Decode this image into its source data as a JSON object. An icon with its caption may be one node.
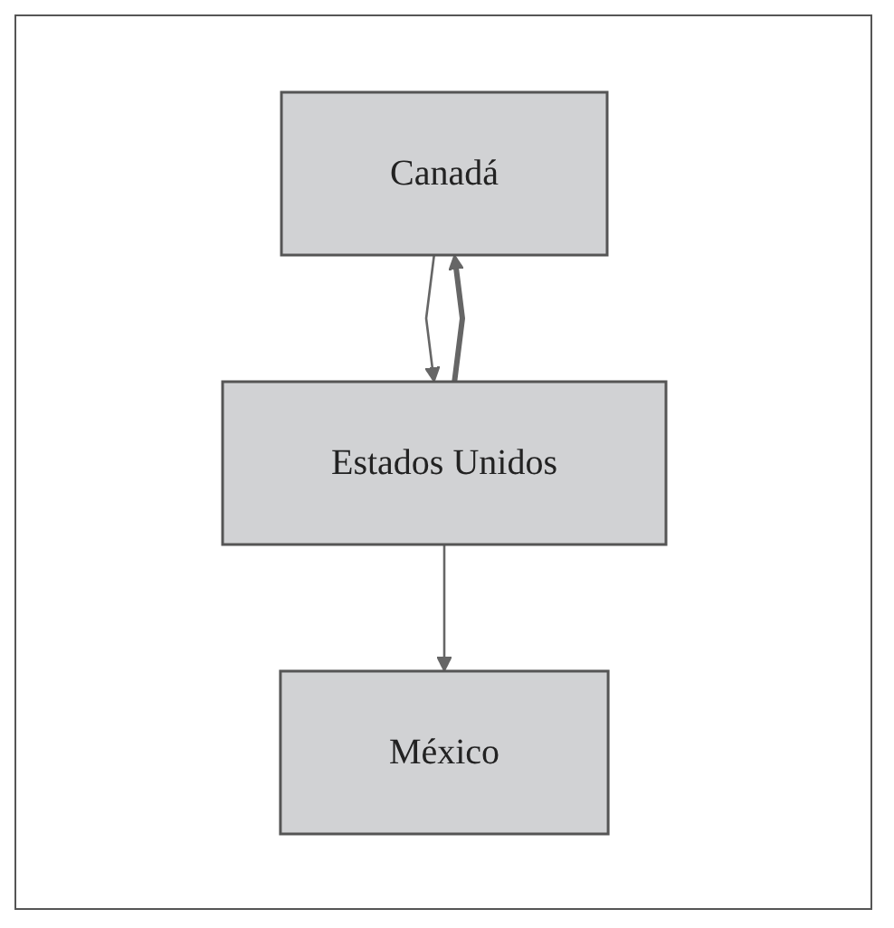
{
  "diagram": {
    "nodes": [
      {
        "text": [
          "Canadá"
        ]
      },
      {
        "text": [
          "Estados Unidos"
        ]
      },
      {
        "text": [
          "México"
        ]
      }
    ],
    "edges": [
      {
        "from": 1,
        "to": 0,
        "arrow": "to",
        "style": "thick"
      },
      {
        "from": 0,
        "to": 1,
        "arrow": "to"
      },
      {
        "from": 1,
        "to": 2,
        "arrow": "to"
      }
    ]
  }
}
